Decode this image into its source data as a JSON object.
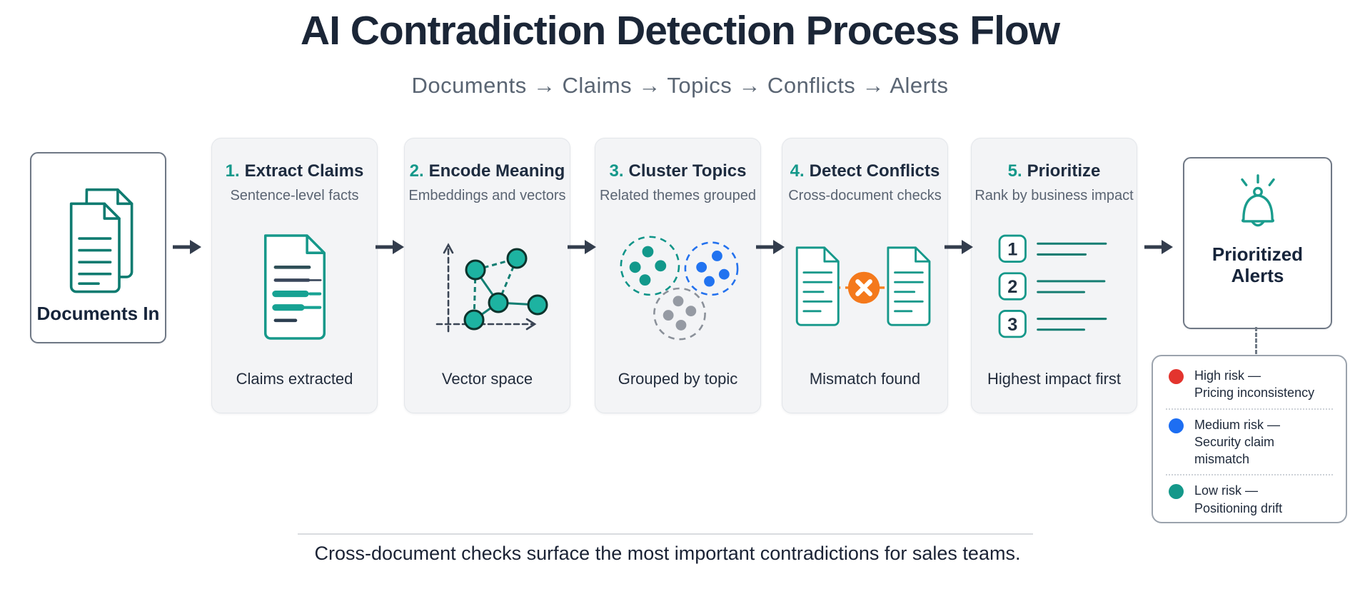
{
  "header": {
    "title": "AI Contradiction Detection Process Flow",
    "subtitle": "Documents → Claims → Topics → Conflicts → Alerts"
  },
  "input_node": {
    "label": "Documents In",
    "icon": "documents-stack-icon"
  },
  "steps": [
    {
      "number": "1.",
      "title": "Extract Claims",
      "subtitle": "Sentence-level facts",
      "caption": "Claims extracted",
      "icon": "document-highlights-icon"
    },
    {
      "number": "2.",
      "title": "Encode Meaning",
      "subtitle": "Embeddings and vectors",
      "caption": "Vector space",
      "icon": "vector-space-icon"
    },
    {
      "number": "3.",
      "title": "Cluster Topics",
      "subtitle": "Related themes grouped",
      "caption": "Grouped by topic",
      "icon": "topic-clusters-icon"
    },
    {
      "number": "4.",
      "title": "Detect Conflicts",
      "subtitle": "Cross-document checks",
      "caption": "Mismatch found",
      "icon": "conflict-documents-icon"
    },
    {
      "number": "5.",
      "title": "Prioritize",
      "subtitle": "Rank by business impact",
      "caption": "Highest impact first",
      "icon": "ranked-list-icon"
    }
  ],
  "output_node": {
    "label": "Prioritized Alerts",
    "icon": "alert-bell-icon"
  },
  "legend": {
    "items": [
      {
        "risk": "High risk —",
        "desc": "Pricing inconsistency",
        "color": "#e3342e"
      },
      {
        "risk": "Medium risk —",
        "desc": "Security claim mismatch",
        "color": "#1d6ef2"
      },
      {
        "risk": "Low risk —",
        "desc": "Positioning drift",
        "color": "#14988a"
      }
    ]
  },
  "footer": {
    "note": "Cross-document checks surface the most important contradictions for sales teams."
  },
  "colors": {
    "teal_accent": "#14988a",
    "navy_text": "#1d2b3f",
    "arrow_slate": "#333d4d",
    "card_bg": "#f3f4f6",
    "orange_conflict": "#f4791c",
    "red_high": "#e3342e",
    "blue_medium": "#1d6ef2",
    "gray_cluster": "#9097a0",
    "subtitle_gray": "#5a6573"
  }
}
